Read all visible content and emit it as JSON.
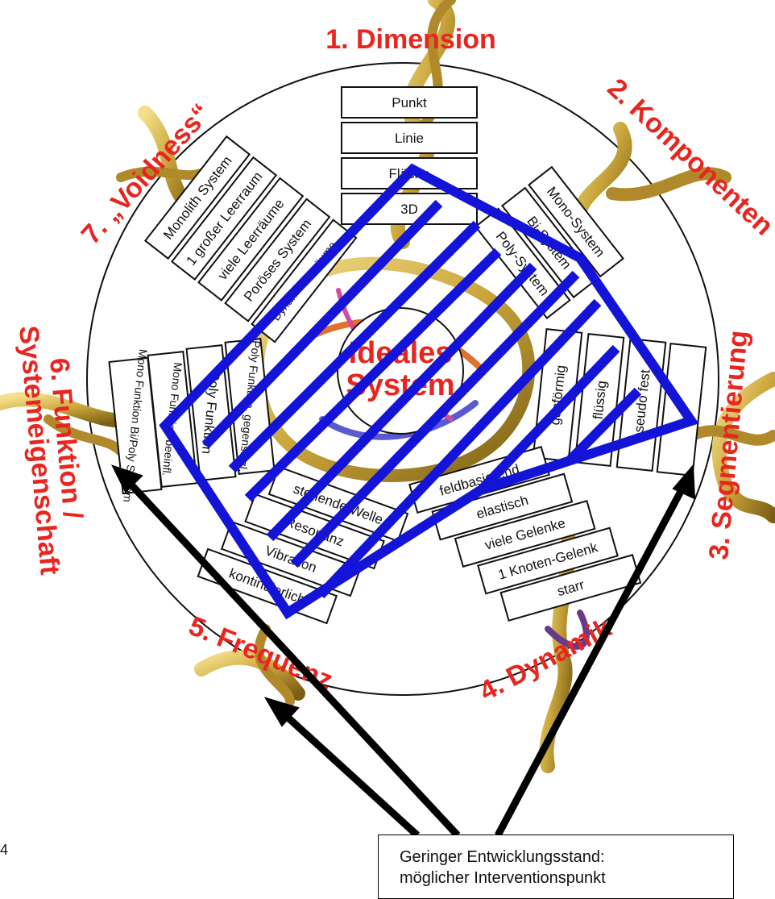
{
  "center_label": [
    "Ideales",
    "System"
  ],
  "dimensions": {
    "d1": {
      "title": "1. Dimension",
      "items": [
        "Punkt",
        "Linie",
        "Fläche",
        "3D"
      ]
    },
    "d2": {
      "title": "2. Komponenten",
      "items": [
        "Mono-System",
        "Bi-System",
        "Poly-System"
      ]
    },
    "d3": {
      "title": "3. Segmentierung",
      "items": [
        "gasförmig",
        "flüssig",
        "pseudo fest",
        ""
      ]
    },
    "d4": {
      "title": "4. Dynamik",
      "items": [
        "feldbasierend",
        "elastisch",
        "viele Gelenke",
        "1 Knoten-Gelenk",
        "starr"
      ]
    },
    "d5": {
      "title": "5. Frequenz",
      "items": [
        "stehende Welle",
        "Resonanz",
        "Vibration",
        "kontinuierlich"
      ]
    },
    "d6": {
      "title_lines": [
        "6. Funktion /",
        "Systemeigenschaft"
      ],
      "items": [
        "Mono Funktion Bi/Poly System",
        "Mono Funktion beeinfl.",
        "Poly Funktion",
        "Poly Funktion, gegensätzl."
      ]
    },
    "d7": {
      "title": "7. „Voidness“",
      "items": [
        "Monolith System",
        "1 großer Leerraum",
        "viele Leerräume",
        "Poröses System",
        "Dynam. Leerräume"
      ]
    }
  },
  "callout": {
    "lines": [
      "Geringer Entwicklungsstand:",
      "möglicher Interventionspunkt"
    ]
  },
  "page_number": "4",
  "colors": {
    "title_red": "#e8251f",
    "hatch_blue": "#1414d8",
    "arrow_black": "#000000",
    "helix_gold": "#c9a43a"
  }
}
